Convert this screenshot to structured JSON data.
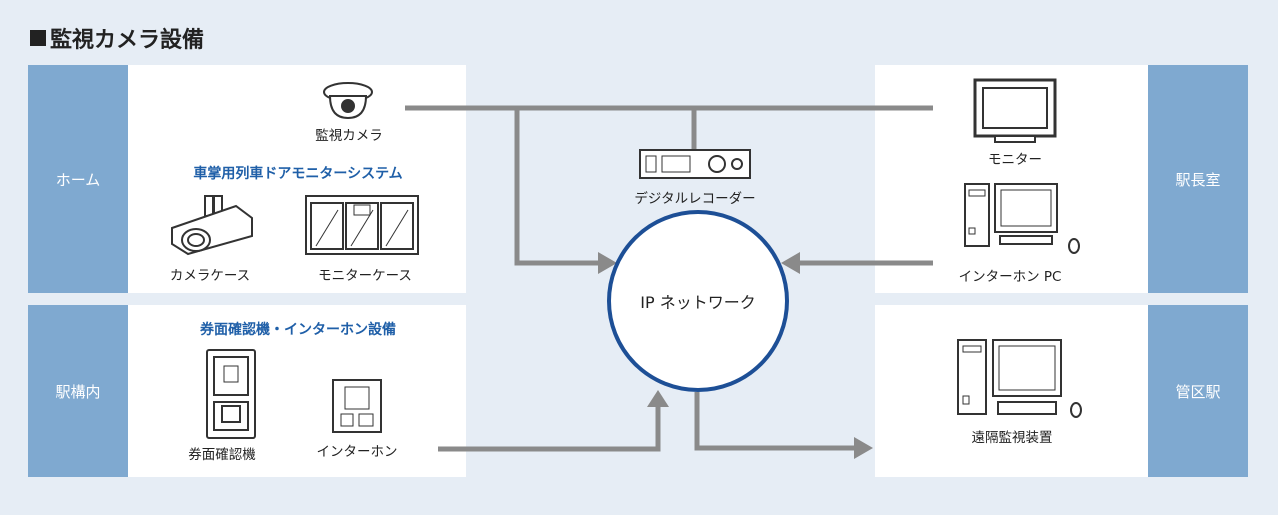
{
  "title": "監視カメラ設備",
  "sides": {
    "home": "ホーム",
    "inside": "駅構内",
    "office": "駅長室",
    "control": "管区駅"
  },
  "home_panel": {
    "camera": "監視カメラ",
    "monitor_system": "車掌用列車ドアモニターシステム",
    "camera_case": "カメラケース",
    "monitor_case": "モニターケース"
  },
  "inside_panel": {
    "heading": "券面確認機・インターホン設備",
    "ticket_checker": "券面確認機",
    "intercom": "インターホン"
  },
  "center": {
    "recorder": "デジタルレコーダー",
    "network": "IP ネットワーク"
  },
  "office_panel": {
    "monitor": "モニター",
    "intercom_pc": "インターホン PC"
  },
  "control_panel": {
    "remote": "遠隔監視装置"
  },
  "colors": {
    "side": "#7fa9d0",
    "line": "#8a8a8a",
    "network_ring": "#1d4f96",
    "heading_blue": "#1f5fa8"
  }
}
